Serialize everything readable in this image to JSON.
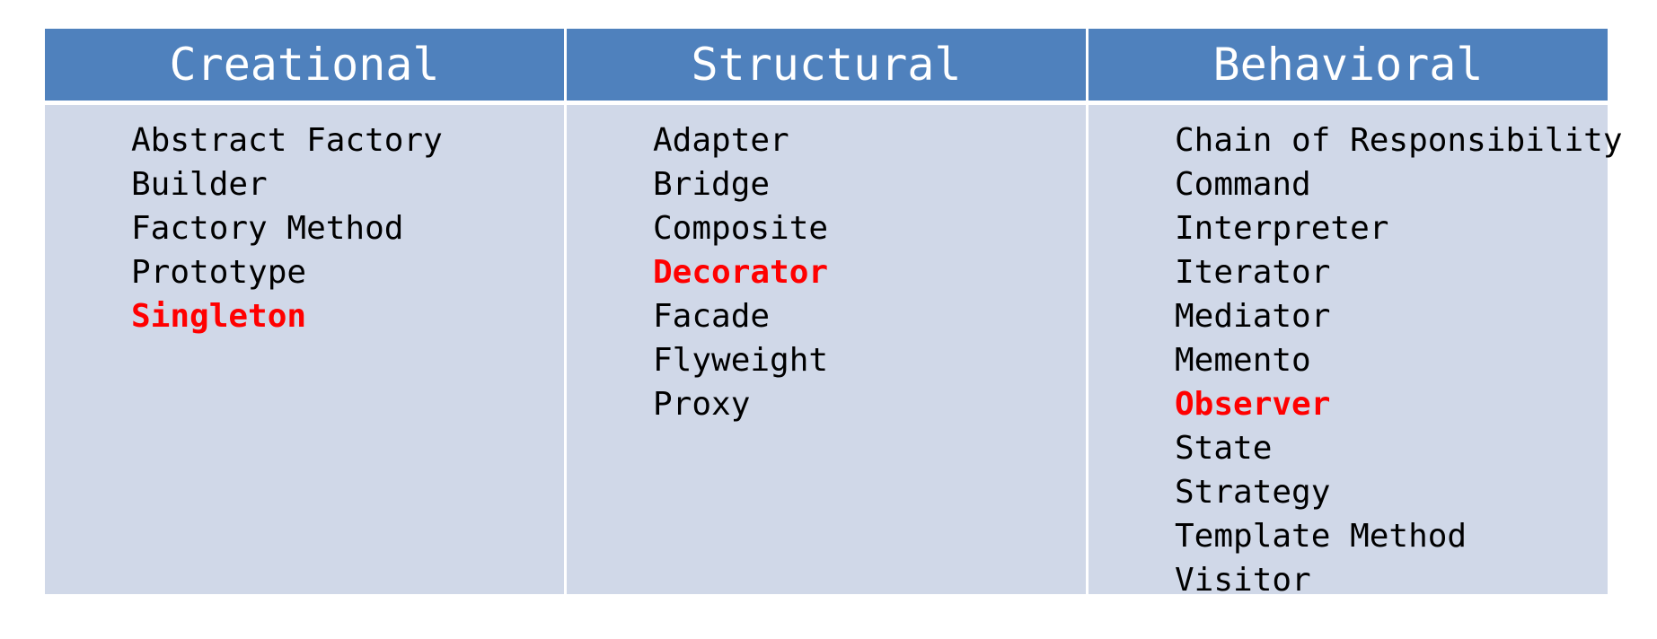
{
  "columns": [
    {
      "header": "Creational",
      "items": [
        {
          "text": "Abstract Factory",
          "highlight": false
        },
        {
          "text": "Builder",
          "highlight": false
        },
        {
          "text": "Factory Method",
          "highlight": false
        },
        {
          "text": "Prototype",
          "highlight": false
        },
        {
          "text": "Singleton",
          "highlight": true
        }
      ]
    },
    {
      "header": "Structural",
      "items": [
        {
          "text": "Adapter",
          "highlight": false
        },
        {
          "text": "Bridge",
          "highlight": false
        },
        {
          "text": "Composite",
          "highlight": false
        },
        {
          "text": "Decorator",
          "highlight": true
        },
        {
          "text": "Facade",
          "highlight": false
        },
        {
          "text": "Flyweight",
          "highlight": false
        },
        {
          "text": "Proxy",
          "highlight": false
        }
      ]
    },
    {
      "header": "Behavioral",
      "items": [
        {
          "text": "Chain of Responsibility",
          "highlight": false
        },
        {
          "text": "Command",
          "highlight": false
        },
        {
          "text": "Interpreter",
          "highlight": false
        },
        {
          "text": "Iterator",
          "highlight": false
        },
        {
          "text": "Mediator",
          "highlight": false
        },
        {
          "text": "Memento",
          "highlight": false
        },
        {
          "text": "Observer",
          "highlight": true
        },
        {
          "text": "State",
          "highlight": false
        },
        {
          "text": "Strategy",
          "highlight": false
        },
        {
          "text": "Template Method",
          "highlight": false
        },
        {
          "text": "Visitor",
          "highlight": false
        }
      ]
    }
  ],
  "colors": {
    "header_bg": "#4f81bd",
    "body_bg": "#d0d8e8",
    "highlight_text": "#ff0000"
  }
}
